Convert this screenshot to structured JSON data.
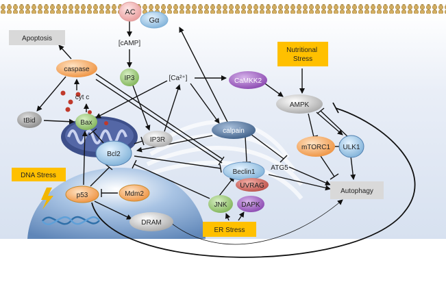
{
  "nodes": {
    "ac": "AC",
    "galpha": "Gα",
    "camp": "[cAMP]",
    "ip3": "IP3",
    "ca": "[Ca²⁺]",
    "camkk2": "CaMKK2",
    "apoptosis": "Apoptosis",
    "caspase": "caspase",
    "cytc": "cyt c",
    "tbid": "tBid",
    "bax": "Bax",
    "bcl2": "Bcl2",
    "ip3r": "IP3R",
    "calpain": "calpain",
    "nutritional_stress": "Nutritional Stress",
    "ampk": "AMPK",
    "mtorc1": "mTORC1",
    "ulk1": "ULK1",
    "atg5": "ATG5",
    "beclin1": "Beclin1",
    "uvrag": "UVRAG",
    "autophagy": "Autophagy",
    "dna_stress": "DNA Stress",
    "p53": "p53",
    "mdm2": "Mdm2",
    "dram": "DRAM",
    "jnk": "JNK",
    "dapk": "DAPK",
    "er_stress": "ER Stress"
  },
  "colors": {
    "membrane": "#c9a55a",
    "cytoplasm": "#dde6f3",
    "nucleus": "#7fa5cf",
    "stress_box": "#ffc000",
    "outcome_box": "#d9d9d9",
    "green_node": "#8fbf6a",
    "orange_node": "#f2a45c",
    "purple_node": "#9b59b6",
    "blue_node": "#4f6d95",
    "gray_node": "#c8c8c8",
    "pink_node": "#f5c6c6"
  }
}
